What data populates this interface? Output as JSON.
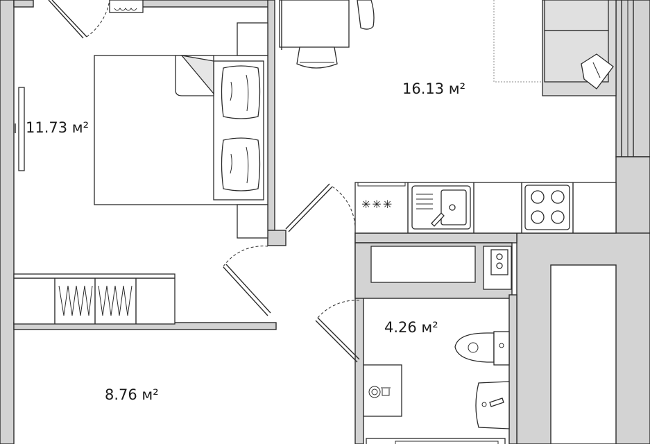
{
  "rooms": {
    "bedroom": {
      "area": "11.73 м²"
    },
    "living_kitchen": {
      "area": "16.13 м²"
    },
    "hallway": {
      "area": "8.76 м²"
    },
    "bathroom": {
      "area": "4.26 м²"
    }
  },
  "stove": {
    "burner_symbols": "✳✳✳"
  },
  "colors": {
    "wall_fill": "#d3d3d3",
    "line": "#2b2b2b",
    "background": "#ffffff"
  }
}
